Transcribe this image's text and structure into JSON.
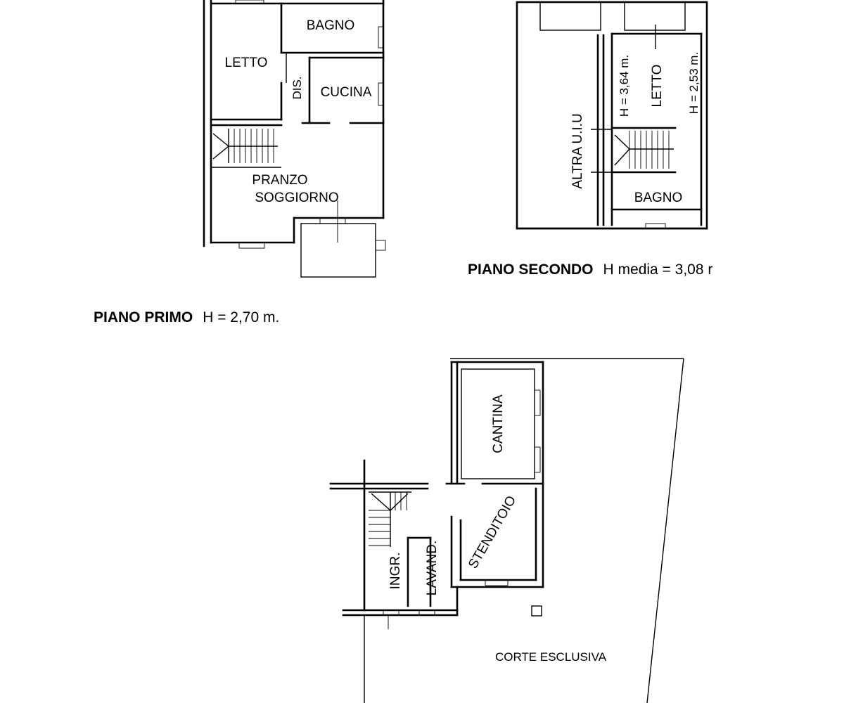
{
  "first_floor": {
    "caption_name": "PIANO PRIMO",
    "caption_height": "H = 2,70 m.",
    "rooms": {
      "letto": "LETTO",
      "bagno": "BAGNO",
      "dis": "DIS.",
      "cucina": "CUCINA",
      "pranzo": "PRANZO",
      "soggiorno": "SOGGIORNO"
    }
  },
  "second_floor": {
    "caption_name": "PIANO SECONDO",
    "caption_height": "H media = 3,08 r",
    "rooms": {
      "altra": "ALTRA U.I.U",
      "h1": "H = 3,64 m.",
      "letto": "LETTO",
      "h2": "H = 2,53 m.",
      "bagno": "BAGNO"
    }
  },
  "ground_floor": {
    "rooms": {
      "cantina": "CANTINA",
      "stenditoio": "STENDITOIO",
      "ingr": "INGR.",
      "lavand": "LAVAND.",
      "corte": "CORTE ESCLUSIVA"
    }
  }
}
